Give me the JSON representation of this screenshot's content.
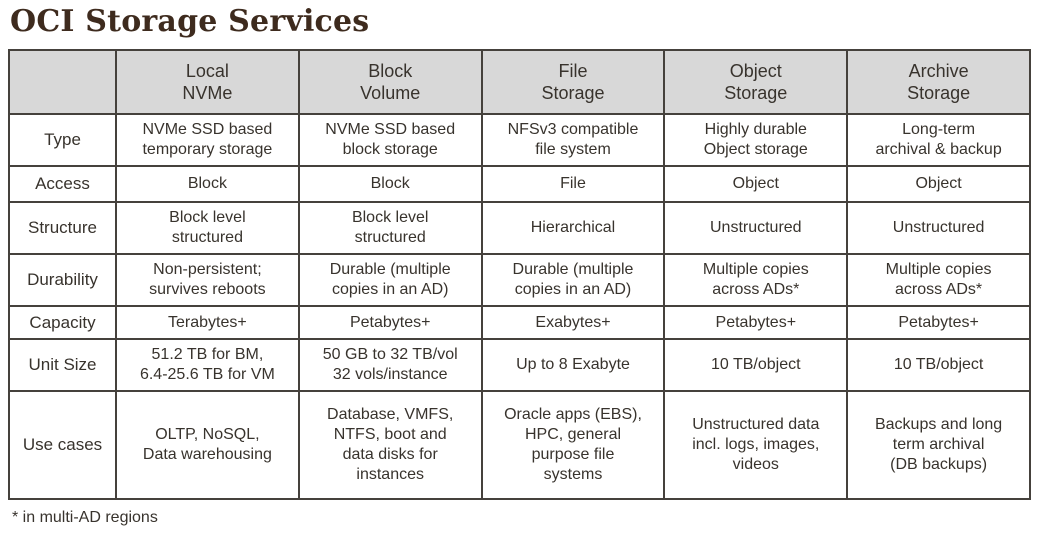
{
  "title": "OCI Storage Services",
  "footnote": "* in multi-AD regions",
  "colors": {
    "title": "#3e2b1e",
    "header_bg": "#d8d8d8",
    "border": "#45413c",
    "text": "#38332d"
  },
  "table": {
    "columns": [
      "Local\nNVMe",
      "Block\nVolume",
      "File\nStorage",
      "Object\nStorage",
      "Archive\nStorage"
    ],
    "rows": [
      {
        "label": "Type",
        "cells": [
          "NVMe SSD based\ntemporary storage",
          "NVMe SSD based\nblock storage",
          "NFSv3 compatible\nfile system",
          "Highly durable\nObject storage",
          "Long-term\narchival & backup"
        ]
      },
      {
        "label": "Access",
        "cells": [
          "Block",
          "Block",
          "File",
          "Object",
          "Object"
        ]
      },
      {
        "label": "Structure",
        "cells": [
          "Block level\nstructured",
          "Block level\nstructured",
          "Hierarchical",
          "Unstructured",
          "Unstructured"
        ]
      },
      {
        "label": "Durability",
        "cells": [
          "Non-persistent;\nsurvives reboots",
          "Durable (multiple\ncopies in an AD)",
          "Durable (multiple\ncopies in an AD)",
          "Multiple copies\nacross ADs*",
          "Multiple copies\nacross ADs*"
        ]
      },
      {
        "label": "Capacity",
        "cells": [
          "Terabytes+",
          "Petabytes+",
          "Exabytes+",
          "Petabytes+",
          "Petabytes+"
        ]
      },
      {
        "label": "Unit Size",
        "cells": [
          "51.2 TB for BM,\n6.4-25.6 TB for VM",
          "50 GB to 32 TB/vol\n32 vols/instance",
          "Up to 8 Exabyte",
          "10 TB/object",
          "10 TB/object"
        ]
      },
      {
        "label": "Use cases",
        "cells": [
          "OLTP, NoSQL,\nData warehousing",
          "Database, VMFS,\nNTFS, boot and\ndata disks for\ninstances",
          "Oracle apps (EBS),\nHPC, general\npurpose file\nsystems",
          "Unstructured data\nincl. logs, images,\nvideos",
          "Backups and long\nterm archival\n(DB backups)"
        ]
      }
    ]
  }
}
